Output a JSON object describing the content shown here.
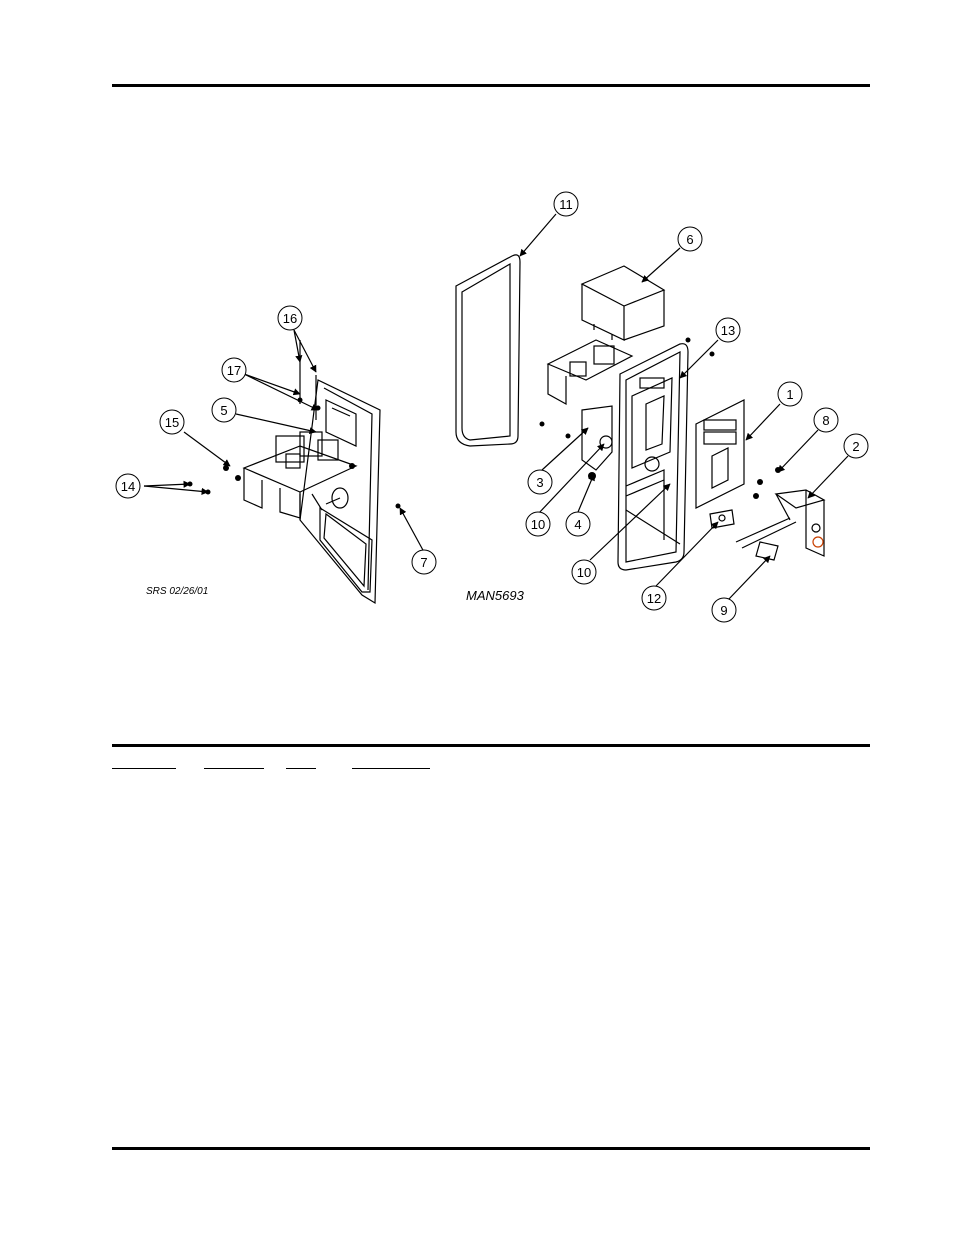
{
  "drawing": {
    "stamp_left": "SRS 02/26/01",
    "stamp_right": "MAN5693"
  },
  "callouts": [
    "1",
    "2",
    "3",
    "4",
    "5",
    "6",
    "7",
    "8",
    "9",
    "10",
    "10",
    "11",
    "12",
    "13",
    "14",
    "15",
    "16",
    "17"
  ]
}
